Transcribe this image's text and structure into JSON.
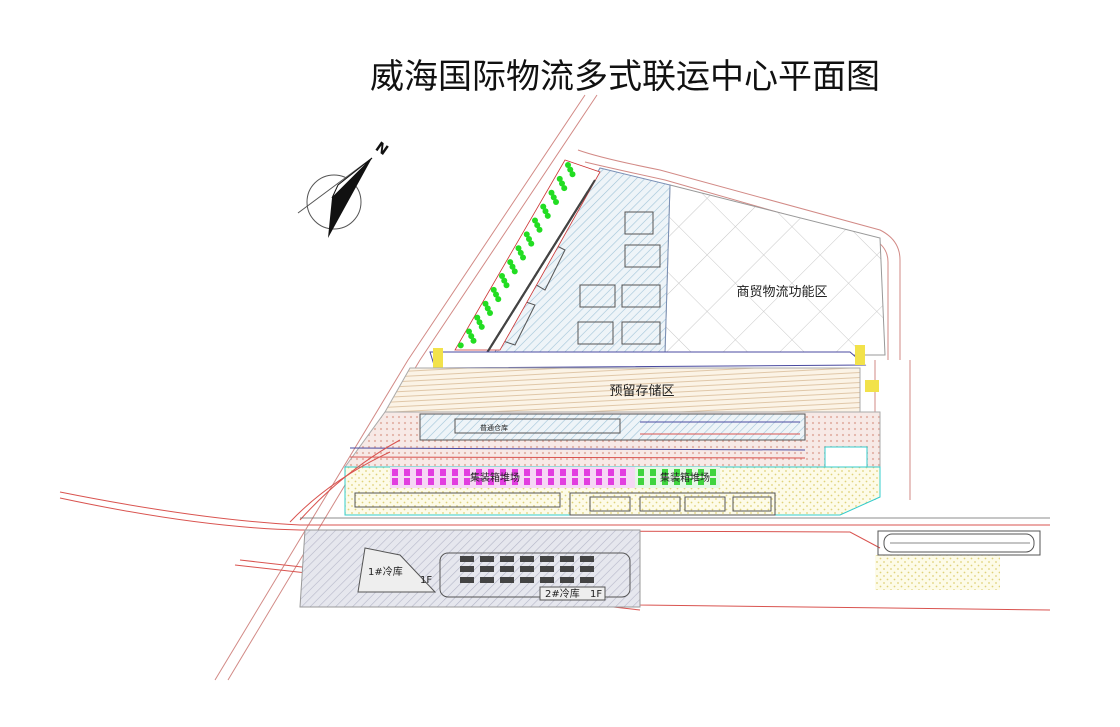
{
  "title": "威海国际物流多式联运中心平面图",
  "compass": {
    "label": "N"
  },
  "zones": {
    "commercial": "商贸物流功能区",
    "reserved_storage": "预留存储区",
    "general_warehouse": "普通仓库",
    "container_yard_1": "集装箱堆场",
    "container_yard_2": "集装箱堆场",
    "cold_storage_1": "1#冷库",
    "cold_storage_1_floor": "1F",
    "cold_storage_2": "2#冷库",
    "cold_storage_2_floor": "1F"
  },
  "colors": {
    "rail": "#d9534f",
    "container_magenta": "#e23ee0",
    "container_green": "#3fd43f",
    "hatch_blue": "#9fc3d8",
    "tree_green": "#22dd22",
    "gate_yellow": "#f2e24a"
  }
}
